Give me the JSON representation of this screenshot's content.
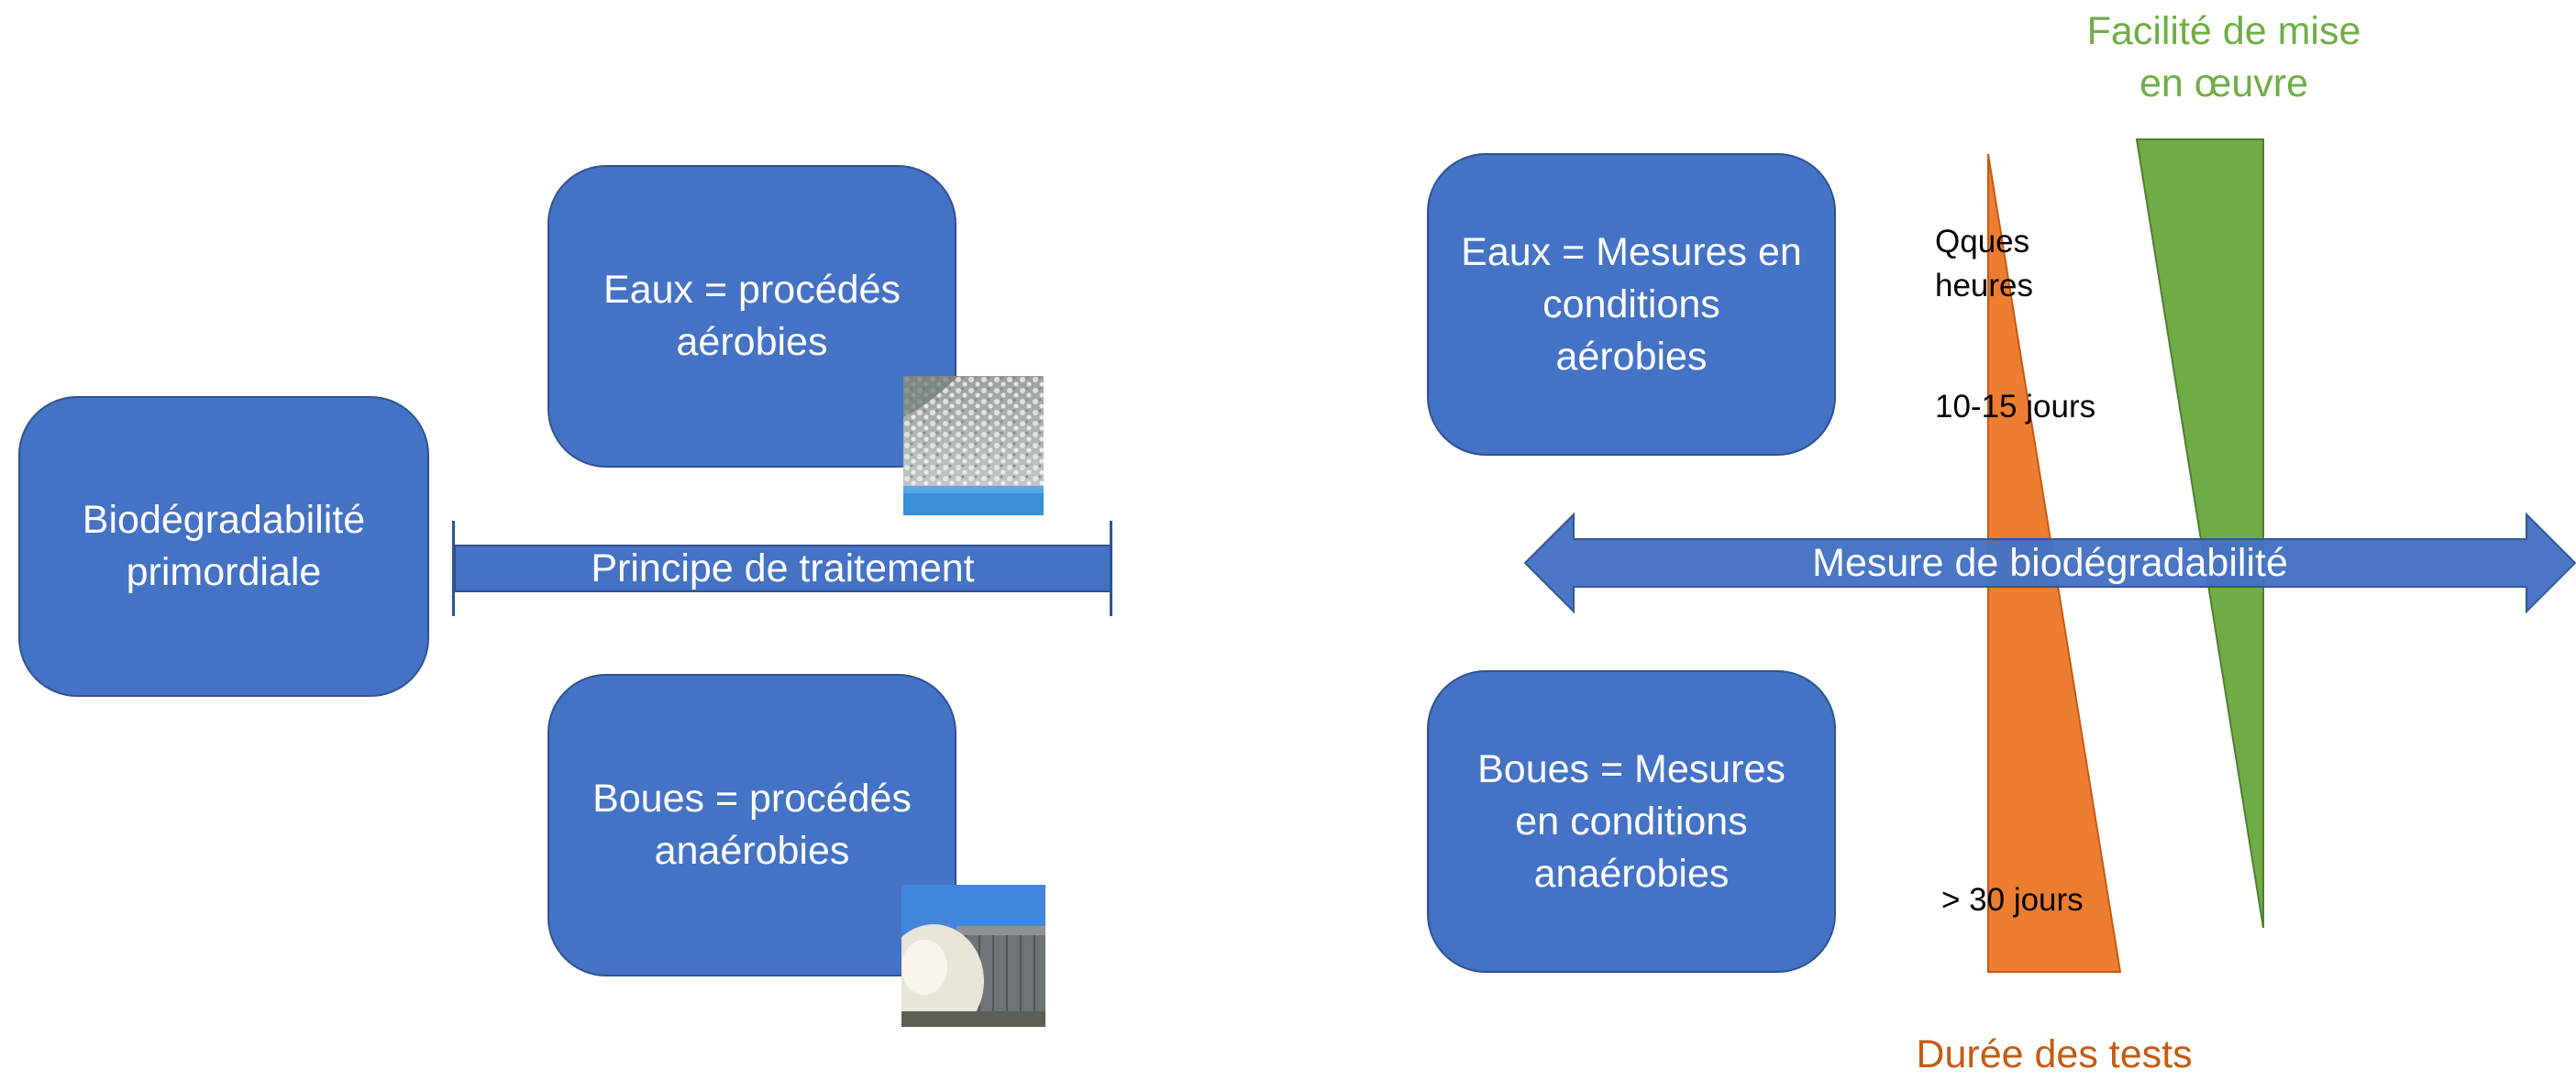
{
  "left": {
    "main_box": "Biodégradabilité\nprimordiale",
    "top_box": "Eaux = procédés\naérobies",
    "bottom_box": "Boues = procédés\nanaérobies",
    "bar_label": "Principe de traitement",
    "top_image": "aeration-tank-photo",
    "bottom_image": "anaerobic-digester-photo"
  },
  "right": {
    "top_box": "Eaux = Mesures en\nconditions\naérobies",
    "bottom_box": "Boues = Mesures\nen conditions\nanaérobies",
    "arrow_label": "Mesure de biodégradabilité",
    "label_hours": "Qques\nheures",
    "label_days_mid": "10-15  jours",
    "label_days_long": "> 30  jours",
    "ease_title": "Facilité de mise\nen œuvre",
    "duration_title": "Durée des tests"
  },
  "colors": {
    "box_fill": "#4472c4",
    "box_border": "#2f528f",
    "orange": "#ed7d31",
    "green": "#70ad47",
    "duration_text": "#c55a11",
    "ease_text": "#70ad47"
  }
}
